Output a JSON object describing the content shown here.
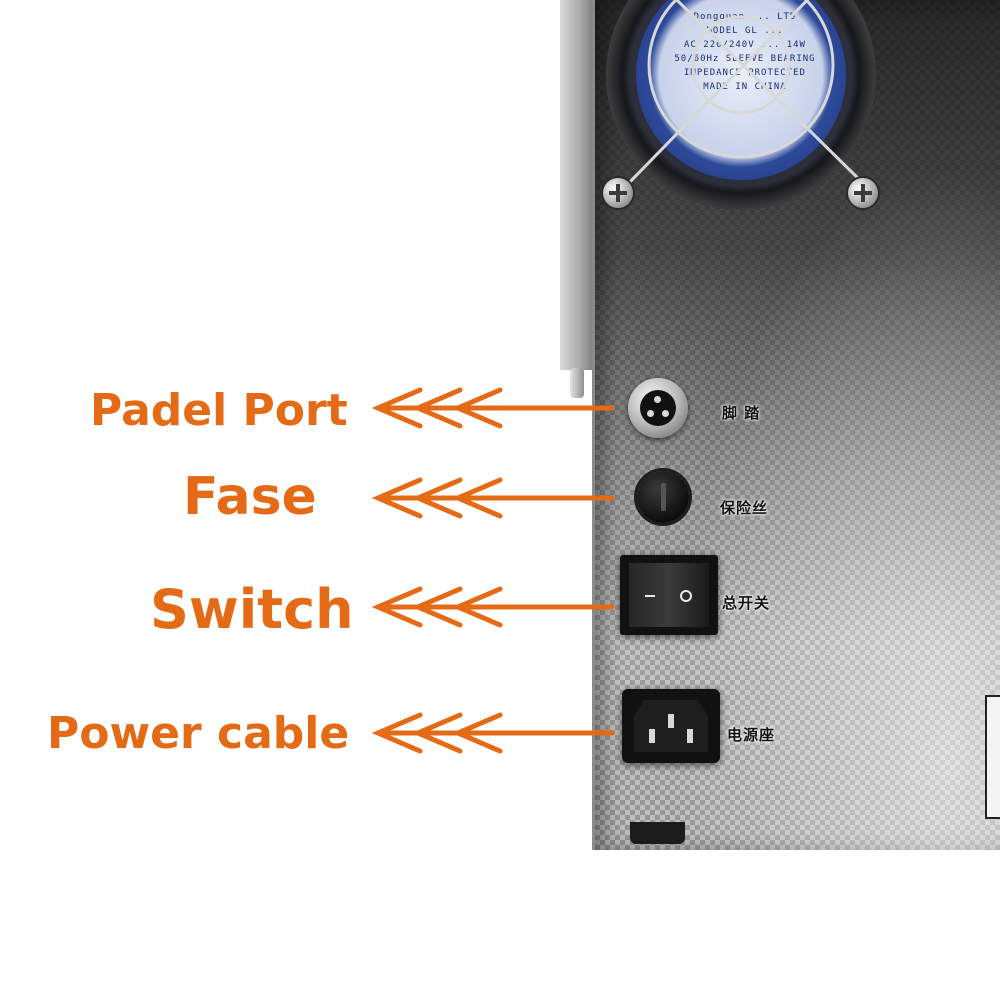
{
  "colors": {
    "callout": "#e56a15",
    "panel_dark": "#1a1a1a",
    "panel_light": "#c8c8c8"
  },
  "callouts": {
    "pedal_port": "Padel Port",
    "fuse": "Fase",
    "switch": "Switch",
    "power_cable": "Power cable"
  },
  "panel_labels": {
    "pedal": "脚 踏",
    "fuse": "保险丝",
    "switch": "总开关",
    "power_socket": "电源座"
  },
  "fan_label": {
    "lines": [
      "Dongguan ... LTD",
      "MODEL GL ...",
      "AC 220/240V ... 14W",
      "50/60Hz SLEEVE BEARING",
      "IMPEDANCE PROTECTED",
      "MADE IN CHINA"
    ]
  }
}
